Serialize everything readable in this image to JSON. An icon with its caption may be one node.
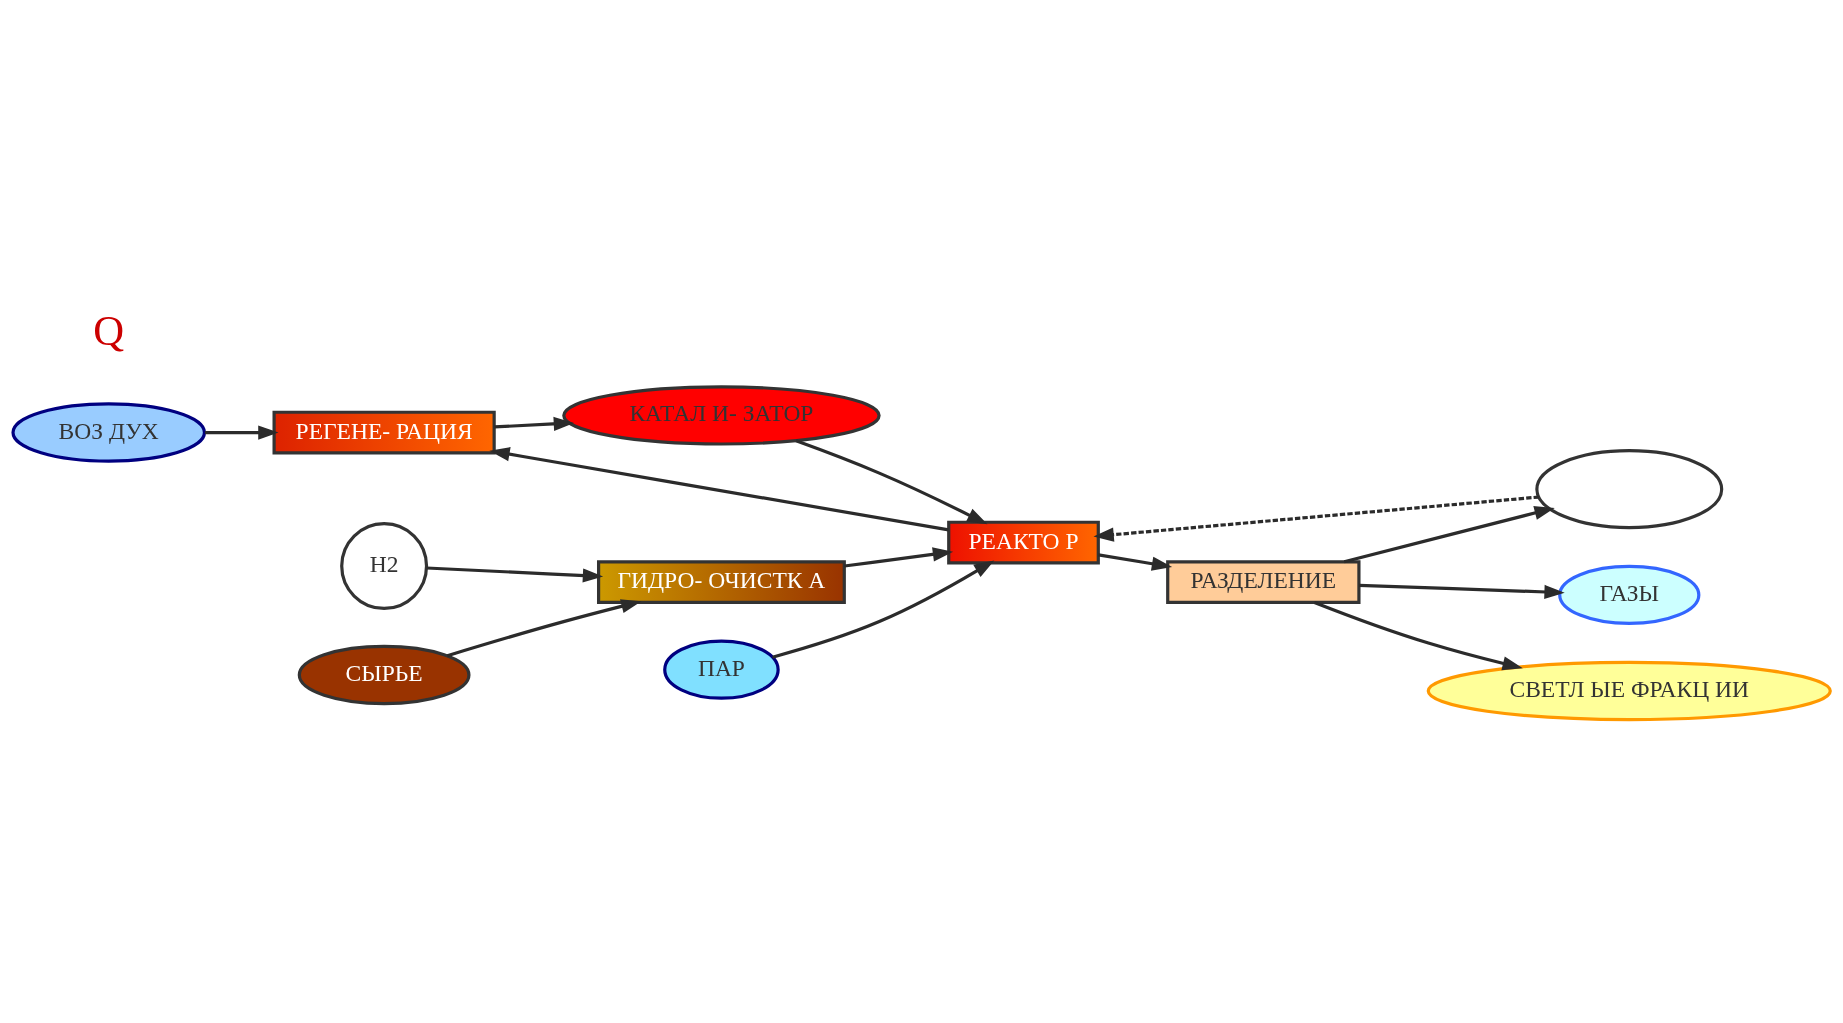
{
  "diagram": {
    "nodes": [
      {
        "text": [
          "ВОЗ ДУХ"
        ]
      },
      {
        "text": [
          "РЕГЕНЕ- РАЦИЯ"
        ]
      },
      {
        "text": [
          "КАТАЛ И- ЗАТОР"
        ]
      },
      {
        "text": [
          "РЕАКТО Р"
        ]
      },
      {
        "text": [
          "ГИДРО- ОЧИСТК А"
        ]
      },
      {
        "text": [
          "Н2"
        ]
      },
      {
        "text": [
          "СЫРЬЕ"
        ]
      },
      {
        "text": [
          "ПАР"
        ]
      },
      {
        "text": [],
        "shape": "ellipse"
      },
      {
        "text": [
          "РАЗДЕЛЕНИЕ"
        ]
      },
      {
        "text": [
          "ГАЗЫ"
        ]
      },
      {
        "text": [
          "СВЕТЛ ЫЕ ФРАКЦ ИИ"
        ]
      }
    ],
    "edges": [
      {
        "from": 0,
        "to": 1,
        "arrow": "to"
      },
      {
        "from": 1,
        "to": 2,
        "arrow": "to"
      },
      {
        "from": 2,
        "to": 3,
        "arrow": "to"
      },
      {
        "from": 3,
        "to": 1,
        "arrow": "to"
      },
      {
        "from": 4,
        "to": 3,
        "arrow": "to"
      },
      {
        "from": 7,
        "to": 3,
        "arrow": "to"
      },
      {
        "from": 8,
        "to": 3,
        "arrow": "to",
        "style": "dashed"
      },
      {
        "from": 5,
        "to": 4,
        "arrow": "to"
      },
      {
        "from": 6,
        "to": 4,
        "arrow": "to"
      },
      {
        "from": 3,
        "to": 9,
        "arrow": "to"
      },
      {
        "from": 9,
        "to": 10,
        "arrow": "to"
      },
      {
        "from": 9,
        "to": 11,
        "arrow": "to"
      },
      {
        "from": 9,
        "to": 8,
        "arrow": "to"
      }
    ],
    "labels": [
      "Q"
    ]
  }
}
